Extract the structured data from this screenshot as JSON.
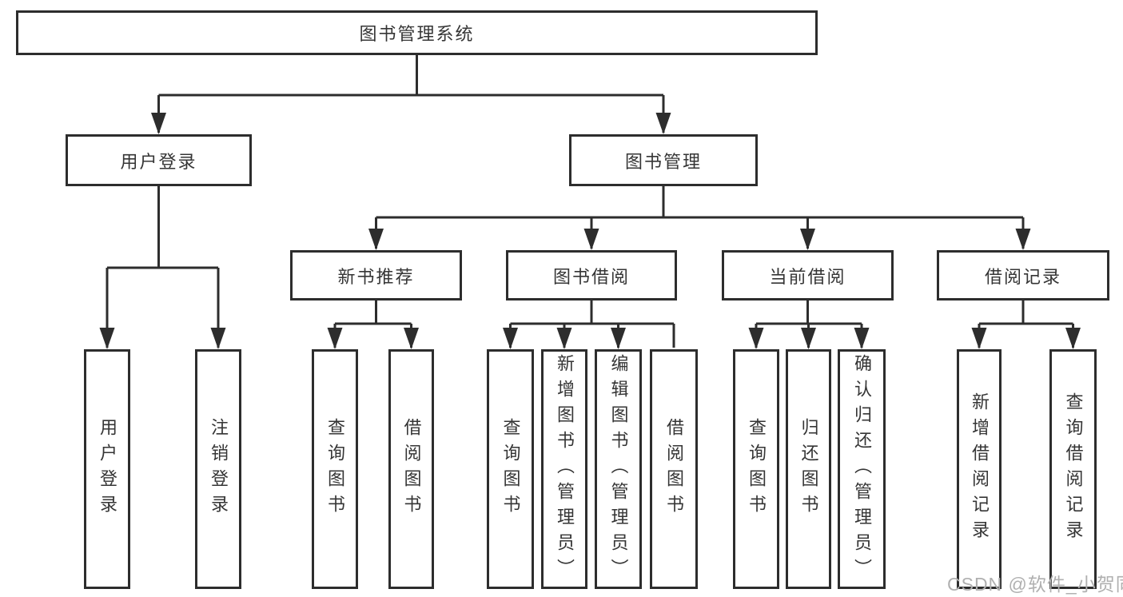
{
  "diagram": {
    "type": "hierarchy",
    "title": "图书管理系统",
    "root": {
      "label": "图书管理系统"
    },
    "level2": {
      "user_login": {
        "label": "用户登录",
        "children": [
          "用户登录",
          "注销登录"
        ]
      },
      "book_management": {
        "label": "图书管理"
      }
    },
    "level3": {
      "new_book": {
        "label": "新书推荐",
        "children": [
          "查询图书",
          "借阅图书"
        ]
      },
      "borrow": {
        "label": "图书借阅",
        "children": [
          "查询图书",
          "新增图书（管理员）",
          "编辑图书（管理员）",
          "借阅图书"
        ]
      },
      "current": {
        "label": "当前借阅",
        "children": [
          "查询图书",
          "归还图书",
          "确认归还（管理员）"
        ]
      },
      "records": {
        "label": "借阅记录",
        "children": [
          "新增借阅记录",
          "查询借阅记录"
        ]
      }
    },
    "watermark": "CSDN @软件_小贺同学",
    "colors": {
      "line": "#2d2d2d",
      "text": "#353535",
      "watermark": "#b0b0b0",
      "background": "#ffffff"
    }
  }
}
